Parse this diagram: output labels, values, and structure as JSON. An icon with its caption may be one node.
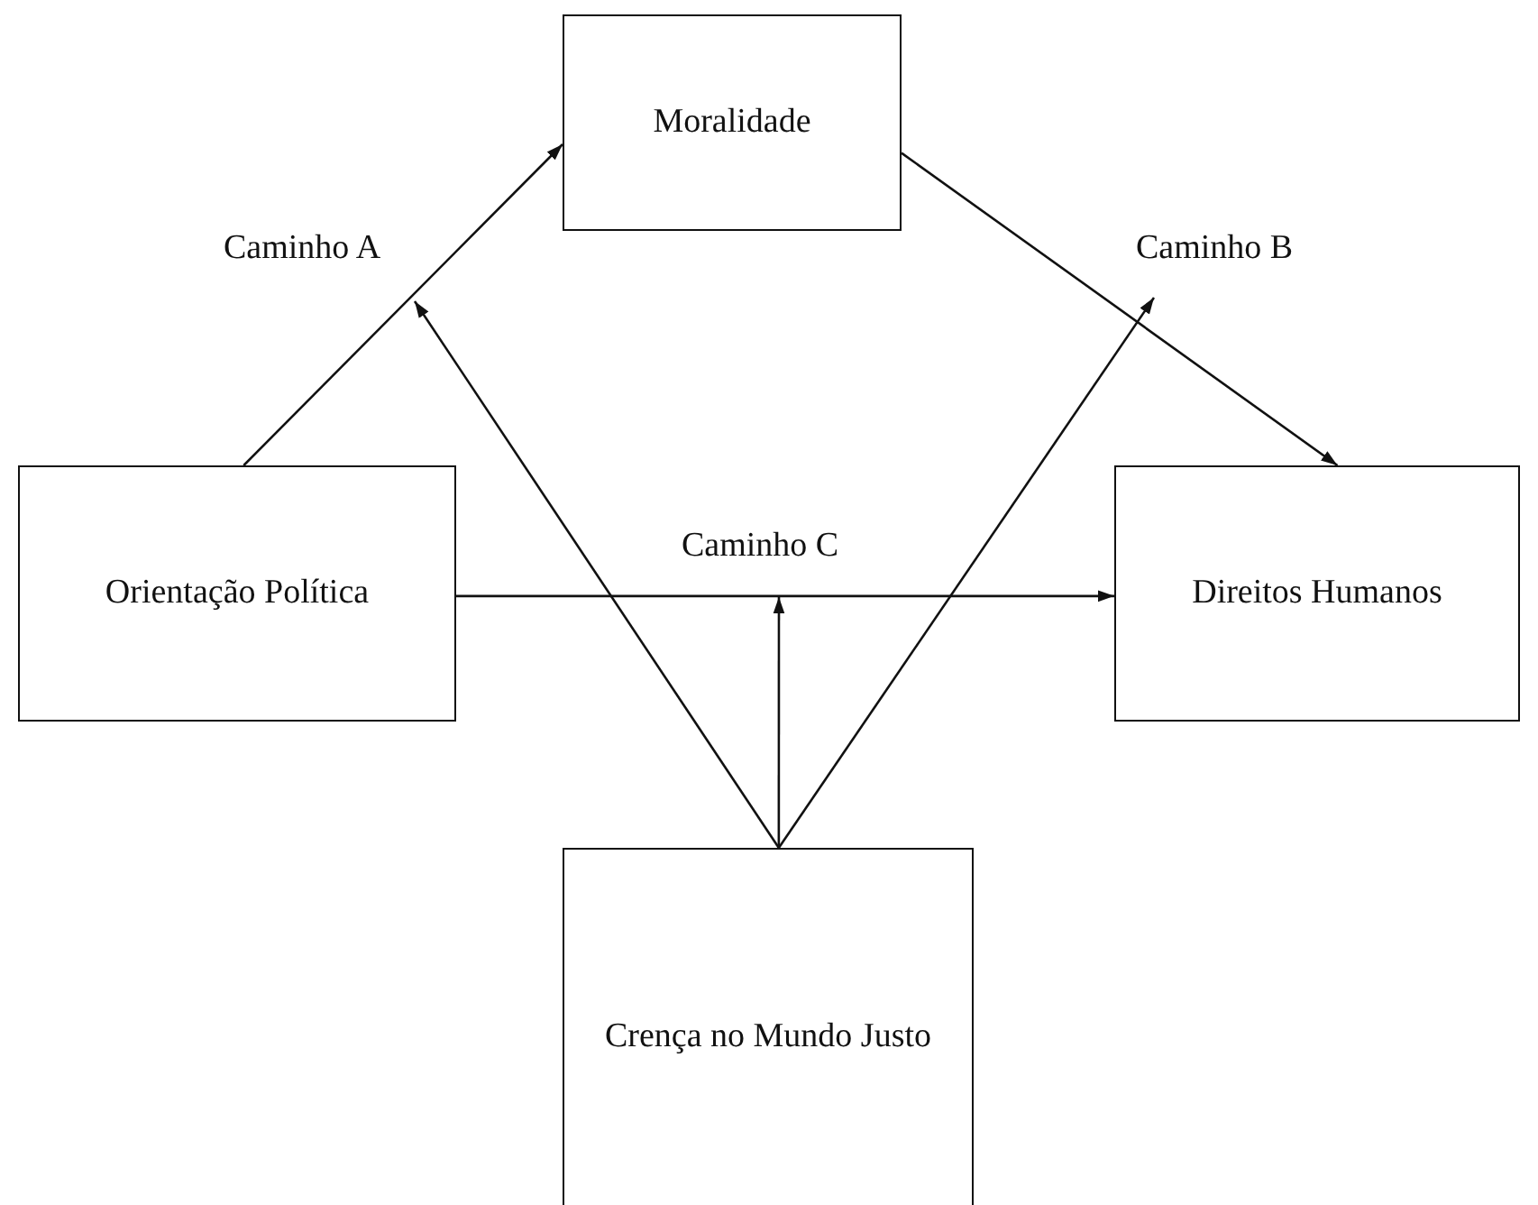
{
  "diagram": {
    "nodes": [
      {
        "text": [
          "Moralidade"
        ]
      },
      {
        "text": [
          "Orientação Política"
        ]
      },
      {
        "text": [
          "Direitos Humanos"
        ]
      },
      {
        "text": [
          "Crença no Mundo Justo"
        ]
      }
    ],
    "edges": [
      {
        "from": 1,
        "to": 0,
        "arrow": "to",
        "label": "Caminho A"
      },
      {
        "from": 0,
        "to": 2,
        "arrow": "to",
        "label": "Caminho B"
      },
      {
        "from": 1,
        "to": 2,
        "arrow": "to",
        "label": "Caminho C"
      },
      {
        "from": 3,
        "to": null,
        "arrow": "to"
      },
      {
        "from": 3,
        "to": null,
        "arrow": "to"
      },
      {
        "from": 3,
        "to": null,
        "arrow": "to"
      }
    ]
  }
}
